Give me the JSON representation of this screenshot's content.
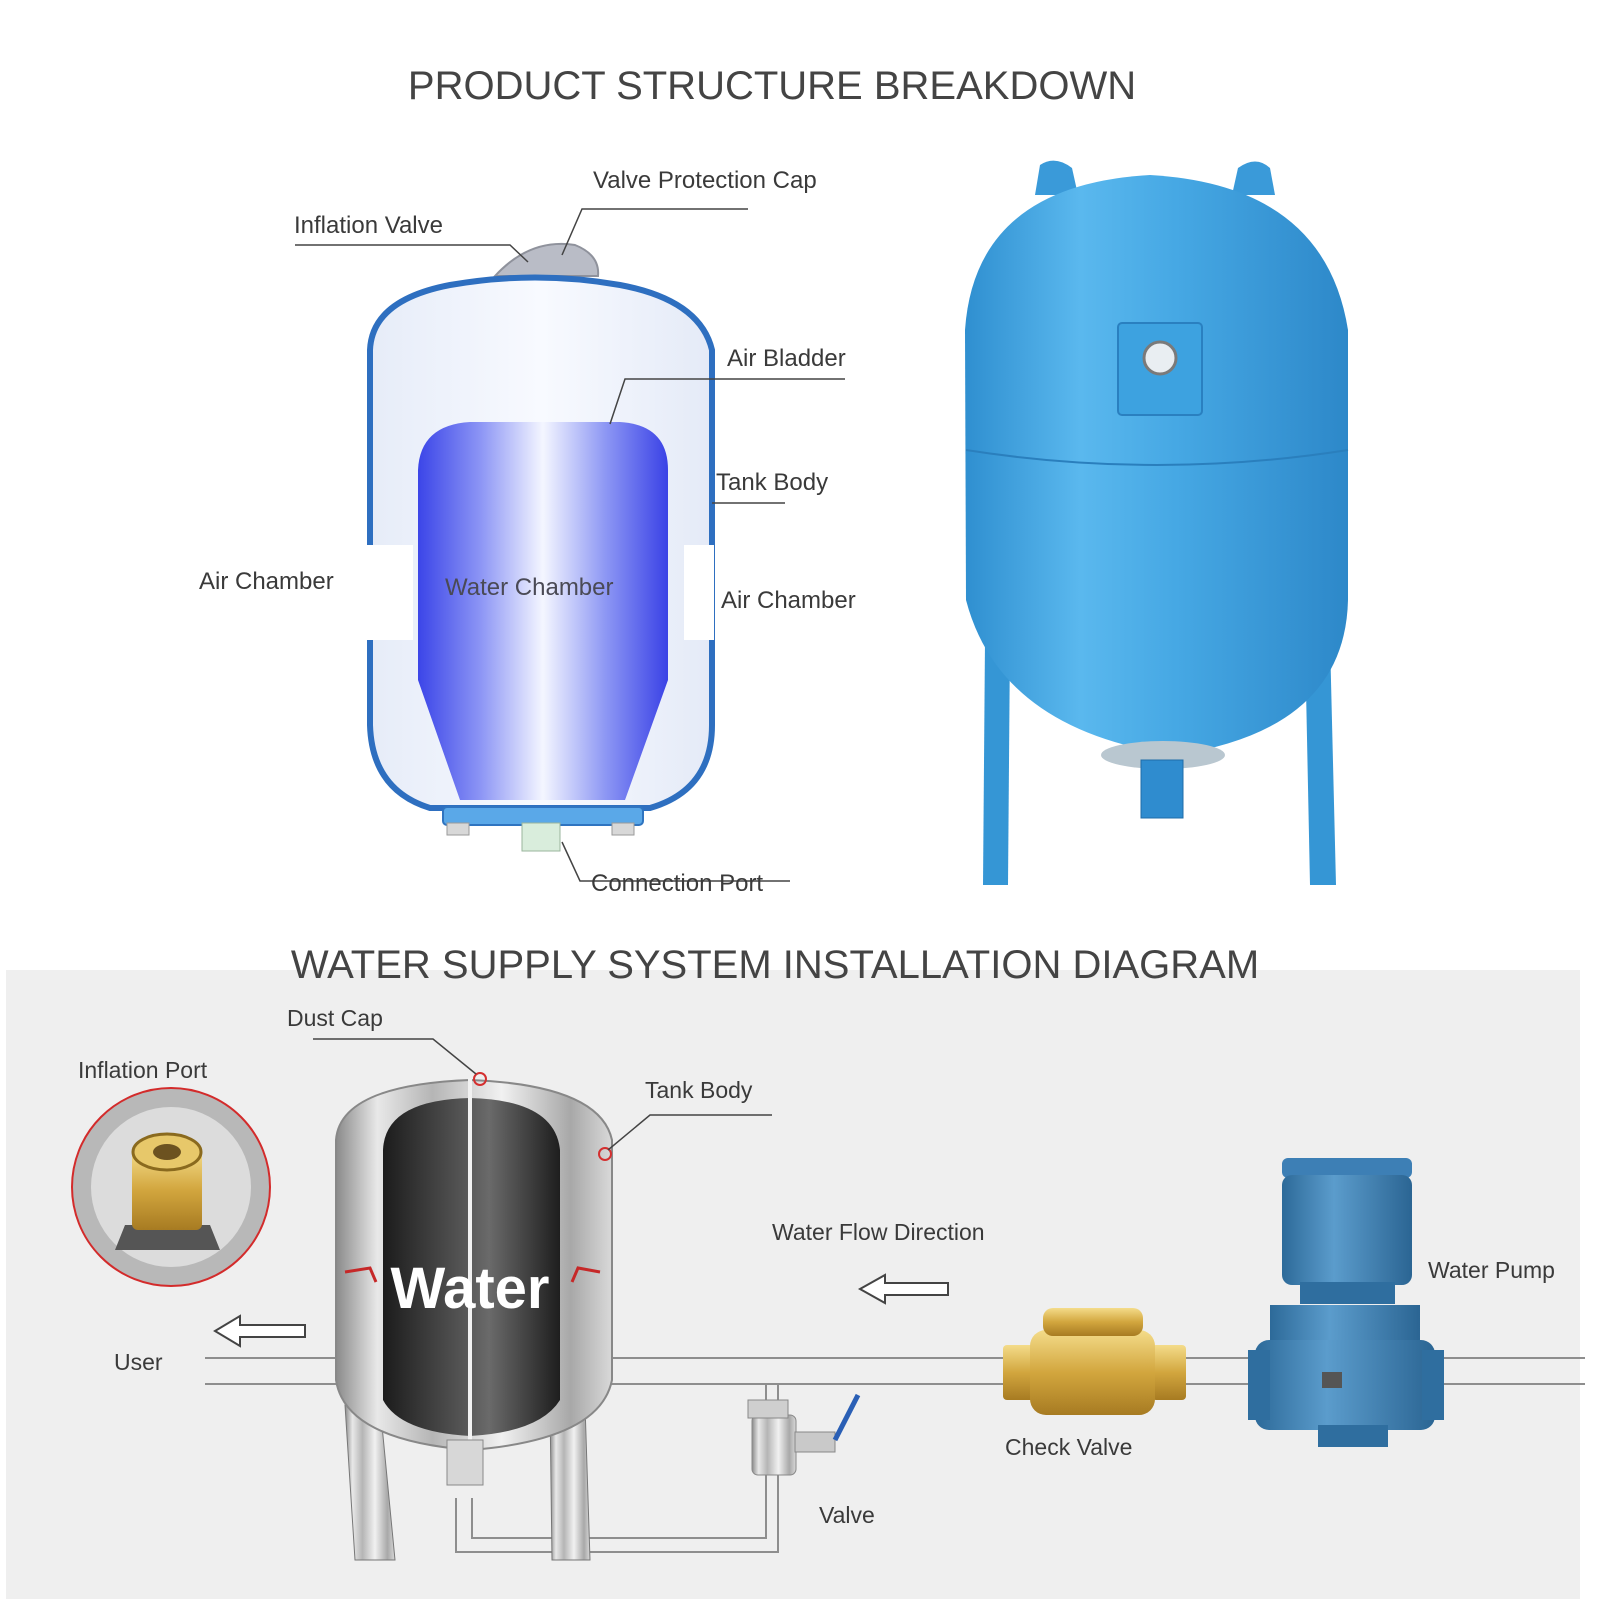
{
  "titles": {
    "structure": "PRODUCT STRUCTURE BREAKDOWN",
    "installation": "WATER SUPPLY SYSTEM INSTALLATION DIAGRAM"
  },
  "structure_labels": {
    "valve_protection_cap": "Valve Protection Cap",
    "inflation_valve": "Inflation Valve",
    "air_bladder": "Air Bladder",
    "tank_body": "Tank Body",
    "air_chamber_left": "Air Chamber",
    "water_chamber": "Water Chamber",
    "air_chamber_right": "Air Chamber",
    "connection_port": "Connection Port"
  },
  "installation_labels": {
    "dust_cap": "Dust Cap",
    "inflation_port": "Inflation Port",
    "tank_body": "Tank Body",
    "water_flow_direction": "Water Flow Direction",
    "water_pump": "Water Pump",
    "water": "Water",
    "user": "User",
    "check_valve": "Check Valve",
    "valve": "Valve"
  },
  "colors": {
    "tank_blue": "#3fa3df",
    "bladder_blue": "#3a4df0",
    "shell_outline": "#2e6fc0",
    "pump_blue": "#3f82b8",
    "brass": "#d9b24a",
    "steel": "#c8c8c8",
    "background_lower": "#efefef"
  }
}
